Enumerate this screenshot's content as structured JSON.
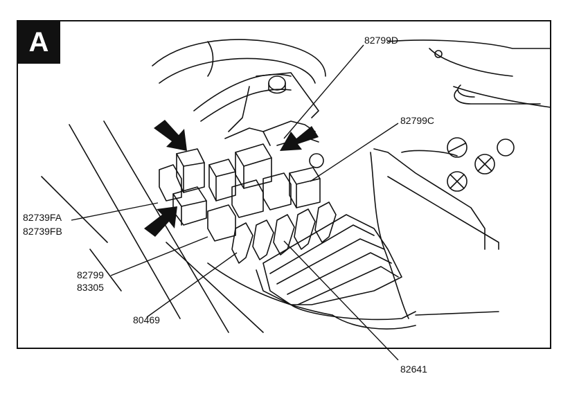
{
  "panel": {
    "letter": "A"
  },
  "labels": {
    "relay_d": "82799D",
    "relay_c": "82799C",
    "fuse_a": "82739FA",
    "fuse_b": "82739FB",
    "relay_main_1": "82799",
    "relay_main_2": "83305",
    "connector": "80469",
    "fuse_box": "82641"
  },
  "colors": {
    "ink": "#111111",
    "background": "#ffffff"
  }
}
